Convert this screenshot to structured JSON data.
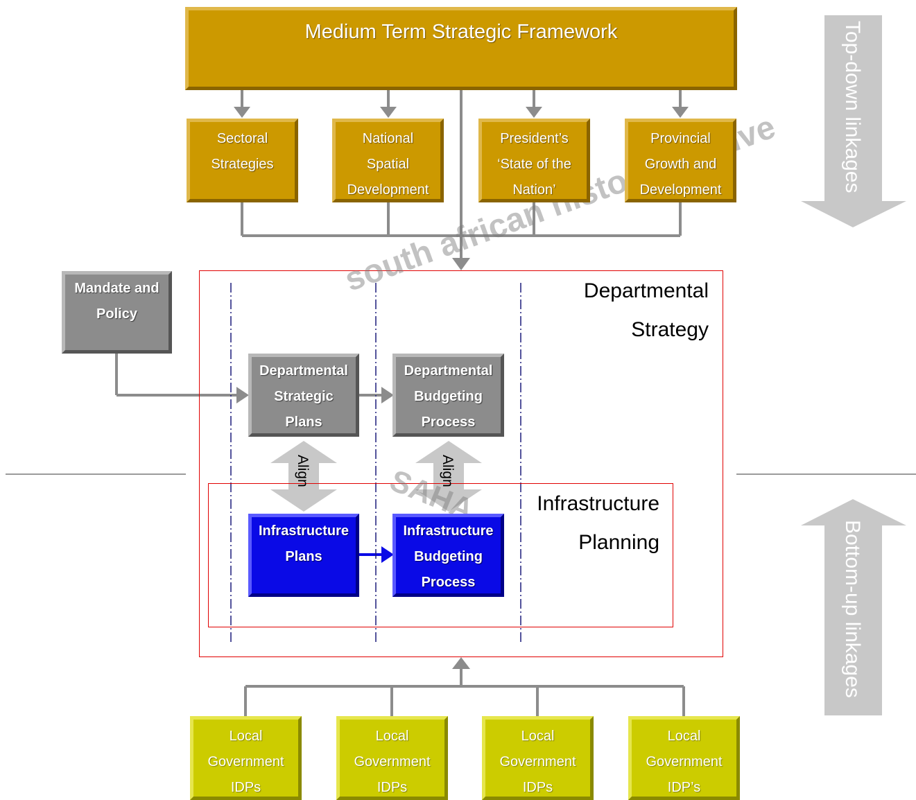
{
  "framework": {
    "title": "Medium Term Strategic Framework"
  },
  "inputs": [
    {
      "lines": [
        "Sectoral",
        "Strategies"
      ]
    },
    {
      "lines": [
        "National",
        "Spatial",
        "Development"
      ]
    },
    {
      "lines": [
        "President’s",
        "‘State of the",
        "Nation’"
      ]
    },
    {
      "lines": [
        "Provincial",
        "Growth and",
        "Development"
      ]
    }
  ],
  "mandate": {
    "lines": [
      "Mandate and",
      "Policy"
    ]
  },
  "departmental_strategy": {
    "label_lines": [
      "Departmental",
      "Strategy"
    ],
    "strategic_plans": [
      "Departmental",
      "Strategic",
      "Plans"
    ],
    "budgeting_process": [
      "Departmental",
      "Budgeting",
      "Process"
    ]
  },
  "infrastructure_planning": {
    "label_lines": [
      "Infrastructure",
      "Planning"
    ],
    "plans": [
      "Infrastructure",
      "Plans"
    ],
    "budgeting_process": [
      "Infrastructure",
      "Budgeting",
      "Process"
    ]
  },
  "align_labels": [
    "Align",
    "Align"
  ],
  "side_arrows": {
    "top_down": "Top-down linkages",
    "bottom_up": "Bottom-up linkages"
  },
  "local_government": [
    {
      "lines": [
        "Local",
        "Government",
        "IDPs"
      ]
    },
    {
      "lines": [
        "Local",
        "Government",
        "IDPs"
      ]
    },
    {
      "lines": [
        "Local",
        "Government",
        "IDPs"
      ]
    },
    {
      "lines": [
        "Local",
        "Government",
        "IDP’s"
      ]
    }
  ],
  "watermark": {
    "ring_text": "south african history archive",
    "acronym": "SAHA"
  },
  "colors": {
    "gold": "#cc9900",
    "lime": "#cccc00",
    "grey": "#8c8c8c",
    "blue": "#0a0ae6",
    "connector": "#8c8c8c",
    "frame_red": "#e00000",
    "side_arrow": "#c8c8c8"
  }
}
